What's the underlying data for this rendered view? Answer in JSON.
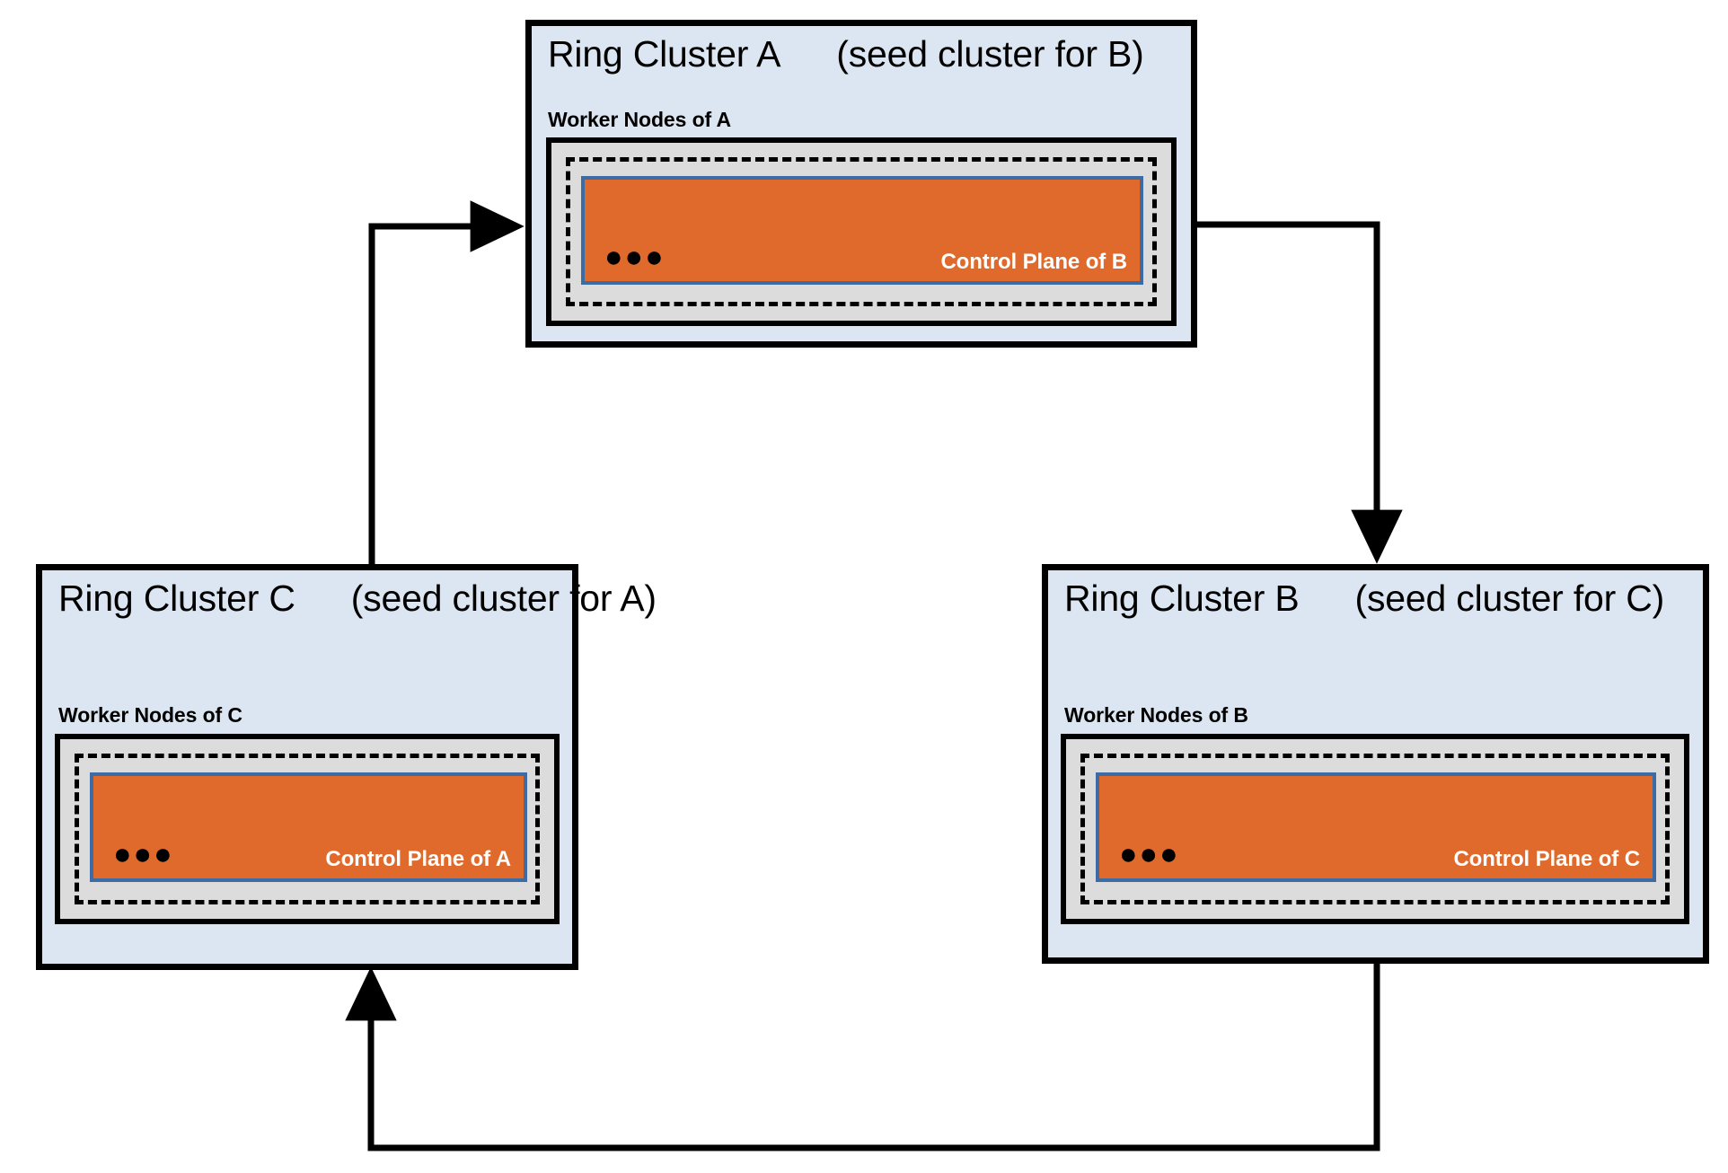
{
  "diagram": {
    "title_pattern": "Ring Cluster {X}    (seed cluster for {Y})",
    "clusters": [
      {
        "id": "A",
        "name": "Ring Cluster A",
        "seed_note": "(seed cluster for B)",
        "worker_label": "Worker Nodes of A",
        "control_plane_label": "Control Plane of B",
        "ellipsis": "●●●"
      },
      {
        "id": "C",
        "name": "Ring Cluster C",
        "seed_note": "(seed cluster for A)",
        "worker_label": "Worker Nodes of C",
        "control_plane_label": "Control Plane of A",
        "ellipsis": "●●●"
      },
      {
        "id": "B",
        "name": "Ring Cluster B",
        "seed_note": "(seed cluster for C)",
        "worker_label": "Worker Nodes of B",
        "control_plane_label": "Control Plane of C",
        "ellipsis": "●●●"
      }
    ],
    "arrows": [
      {
        "name": "arrow-c-to-a",
        "from": "C",
        "to": "A",
        "direction": "right"
      },
      {
        "name": "arrow-a-to-b",
        "from": "A",
        "to": "B",
        "direction": "down"
      },
      {
        "name": "arrow-b-to-c",
        "from": "B",
        "to": "C",
        "direction": "up"
      }
    ],
    "colors": {
      "cluster_fill": "#dce6f2",
      "cluster_border": "#000000",
      "worker_fill": "#dcdcdc",
      "worker_border": "#000000",
      "dashed_border": "#000000",
      "control_plane_fill": "#e06a2b",
      "control_plane_border": "#3d6ba3",
      "control_plane_text": "#ffffff",
      "arrow": "#000000",
      "background": "#ffffff"
    }
  }
}
